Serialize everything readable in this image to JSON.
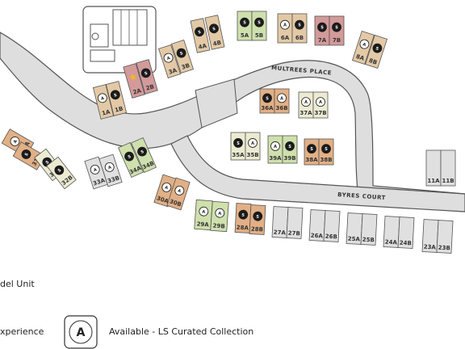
{
  "colors": {
    "road_fill": "#dedede",
    "road_stroke": "#555555",
    "lot_stroke": "#555555",
    "lot_default": "#e0e0e0",
    "lot_tan": "#e3c9a6",
    "lot_mauve": "#d39a9a",
    "lot_green": "#cfe0ad",
    "lot_orange": "#e2b086",
    "lot_cream": "#ecebd2",
    "badge_dark": "#1b1b1b",
    "badge_light": "#ffffff",
    "model_star": "#f5b820"
  },
  "roads": {
    "multrees_place": "MULTREES PLACE",
    "byres_court": "BYRES COURT"
  },
  "badges": {
    "sold_letter": "S",
    "available_letter": "A"
  },
  "lots": [
    {
      "label": "1A",
      "color": "tan",
      "badge": "available"
    },
    {
      "label": "1B",
      "color": "tan",
      "badge": "sold"
    },
    {
      "label": "2A",
      "color": "mauve",
      "badge": "model"
    },
    {
      "label": "2B",
      "color": "mauve",
      "badge": "sold"
    },
    {
      "label": "3A",
      "color": "tan",
      "badge": "available"
    },
    {
      "label": "3B",
      "color": "tan",
      "badge": "sold"
    },
    {
      "label": "4A",
      "color": "tan",
      "badge": "sold"
    },
    {
      "label": "4B",
      "color": "tan",
      "badge": "sold"
    },
    {
      "label": "5A",
      "color": "green",
      "badge": "sold"
    },
    {
      "label": "5B",
      "color": "green",
      "badge": "sold"
    },
    {
      "label": "6A",
      "color": "tan",
      "badge": "available"
    },
    {
      "label": "6B",
      "color": "tan",
      "badge": "sold"
    },
    {
      "label": "7A",
      "color": "mauve",
      "badge": "sold"
    },
    {
      "label": "7B",
      "color": "mauve",
      "badge": "sold"
    },
    {
      "label": "8A",
      "color": "tan",
      "badge": "available"
    },
    {
      "label": "8B",
      "color": "tan",
      "badge": "sold"
    },
    {
      "label": "31A",
      "color": "orange",
      "badge": "available"
    },
    {
      "label": "31B",
      "color": "orange",
      "badge": "sold"
    },
    {
      "label": "32A",
      "color": "cream",
      "badge": "sold"
    },
    {
      "label": "32B",
      "color": "cream",
      "badge": "sold"
    },
    {
      "label": "33A",
      "color": "default",
      "badge": "available"
    },
    {
      "label": "33B",
      "color": "default",
      "badge": "available"
    },
    {
      "label": "34A",
      "color": "green",
      "badge": "sold"
    },
    {
      "label": "34B",
      "color": "green",
      "badge": "sold"
    },
    {
      "label": "36A",
      "color": "orange",
      "badge": "sold"
    },
    {
      "label": "36B",
      "color": "orange",
      "badge": "available"
    },
    {
      "label": "37A",
      "color": "cream",
      "badge": "available"
    },
    {
      "label": "37B",
      "color": "cream",
      "badge": "available"
    },
    {
      "label": "35A",
      "color": "cream",
      "badge": "sold"
    },
    {
      "label": "35B",
      "color": "cream",
      "badge": "available"
    },
    {
      "label": "39A",
      "color": "green",
      "badge": "available"
    },
    {
      "label": "39B",
      "color": "green",
      "badge": "sold"
    },
    {
      "label": "38A",
      "color": "orange",
      "badge": "sold"
    },
    {
      "label": "38B",
      "color": "orange",
      "badge": "sold"
    },
    {
      "label": "30A",
      "color": "orange",
      "badge": "available"
    },
    {
      "label": "30B",
      "color": "orange",
      "badge": "available"
    },
    {
      "label": "29A",
      "color": "green",
      "badge": "available"
    },
    {
      "label": "29B",
      "color": "green",
      "badge": "available"
    },
    {
      "label": "28A",
      "color": "orange",
      "badge": "sold"
    },
    {
      "label": "28B",
      "color": "orange",
      "badge": "sold"
    },
    {
      "label": "27A",
      "color": "default",
      "badge": "none"
    },
    {
      "label": "27B",
      "color": "default",
      "badge": "none"
    },
    {
      "label": "26A",
      "color": "default",
      "badge": "none"
    },
    {
      "label": "26B",
      "color": "default",
      "badge": "none"
    },
    {
      "label": "25A",
      "color": "default",
      "badge": "none"
    },
    {
      "label": "25B",
      "color": "default",
      "badge": "none"
    },
    {
      "label": "24A",
      "color": "default",
      "badge": "none"
    },
    {
      "label": "24B",
      "color": "default",
      "badge": "none"
    },
    {
      "label": "23A",
      "color": "default",
      "badge": "none"
    },
    {
      "label": "23B",
      "color": "default",
      "badge": "none"
    },
    {
      "label": "11A",
      "color": "default",
      "badge": "none"
    },
    {
      "label": "11B",
      "color": "default",
      "badge": "none"
    }
  ],
  "legend": {
    "model_unit_text": "del Unit",
    "experience_text": "xperience",
    "available_text": "Available - LS Curated Collection"
  }
}
